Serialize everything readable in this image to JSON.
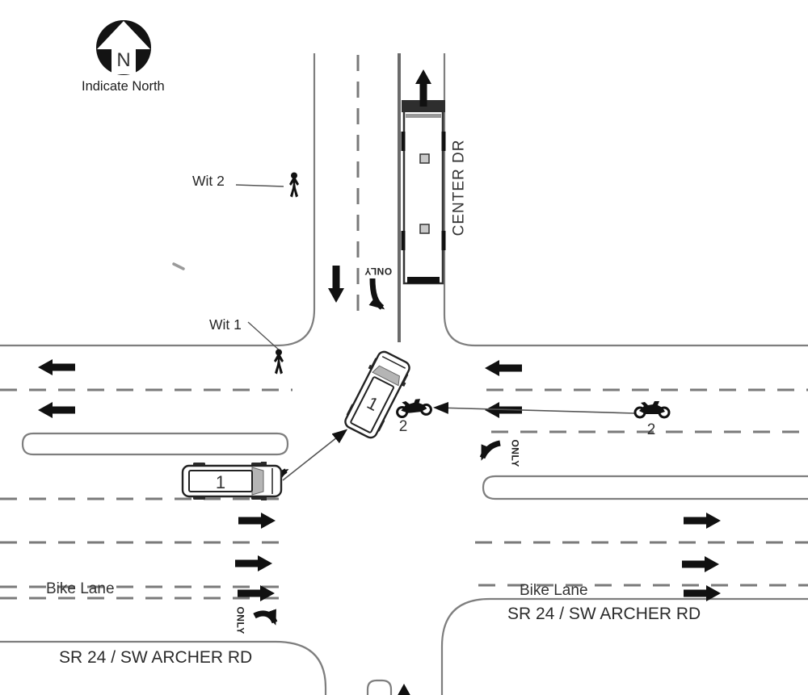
{
  "diagram": {
    "compass": {
      "letter": "N",
      "caption": "Indicate North"
    },
    "witnesses": {
      "wit1": "Wit 1",
      "wit2": "Wit 2"
    },
    "streets": {
      "north_leg": "CENTER DR",
      "west_leg": "SR 24 / SW ARCHER RD",
      "east_leg": "SR 24 / SW ARCHER RD"
    },
    "bike_lane": {
      "west": "Bike Lane",
      "east": "Bike Lane"
    },
    "pavement": {
      "only_north_leg": "ONLY",
      "only_wb_left_turn": "ONLY",
      "only_eb_right_turn": "ONLY"
    },
    "units": {
      "vehicle1_initial": "1",
      "vehicle1_final": "1",
      "vehicle2_initial": "2",
      "vehicle2_final": "2"
    },
    "colors": {
      "ink": "#1a1a1a",
      "road_line": "#7e7e7e"
    }
  }
}
